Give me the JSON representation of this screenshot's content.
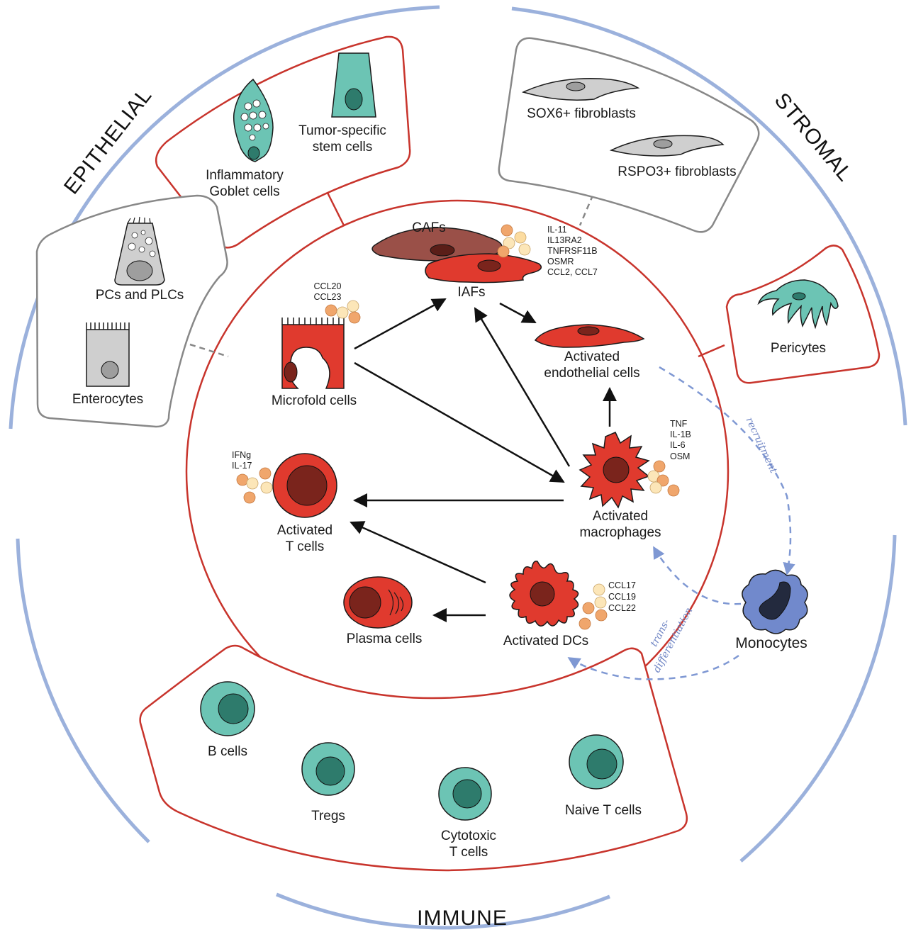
{
  "sections": {
    "epithelial": "EPITHELIAL",
    "stromal": "STROMAL",
    "immune": "IMMUNE"
  },
  "epithelial": {
    "inflammatory_goblet": [
      "Inflammatory",
      "Goblet cells"
    ],
    "tumor_stem": [
      "Tumor-specific",
      "stem cells"
    ],
    "pcs_plcs": "PCs and PLCs",
    "enterocytes": "Enterocytes"
  },
  "stromal": {
    "sox6": "SOX6+ fibroblasts",
    "rspo3": "RSPO3+ fibroblasts",
    "pericytes": "Pericytes"
  },
  "inner": {
    "cafs": "CAFs",
    "iafs": "IAFs",
    "iaf_molecules": [
      "IL-11",
      "IL13RA2",
      "TNFRSF11B",
      "OSMR",
      "CCL2, CCL7"
    ],
    "microfold": "Microfold cells",
    "microfold_molecules": [
      "CCL20",
      "CCL23"
    ],
    "endothelial": [
      "Activated",
      "endothelial cells"
    ],
    "macrophages": [
      "Activated",
      "macrophages"
    ],
    "macrophage_molecules": [
      "TNF",
      "IL-1B",
      "IL-6",
      "OSM"
    ],
    "tcells": [
      "Activated",
      "T cells"
    ],
    "tcell_molecules": [
      "IFNg",
      "IL-17"
    ],
    "plasma": "Plasma cells",
    "dcs": "Activated DCs",
    "dc_molecules": [
      "CCL17",
      "CCL19",
      "CCL22"
    ]
  },
  "monocytes": "Monocytes",
  "recruitment": "recruitment",
  "transdiff": [
    "trans-",
    "differentiation"
  ],
  "immune": {
    "bcells": "B cells",
    "tregs": "Tregs",
    "cytotoxic": [
      "Cytotoxic",
      "T cells"
    ],
    "naive": "Naive T cells"
  },
  "colors": {
    "red": "#e03a2e",
    "dark_red": "#7a241c",
    "teal": "#6cc4b4",
    "dark_teal": "#2e7b6c",
    "gray": "#cfcfcf",
    "ring_blue": "#8aa3d6",
    "arrow_blue": "#7f98d3"
  }
}
